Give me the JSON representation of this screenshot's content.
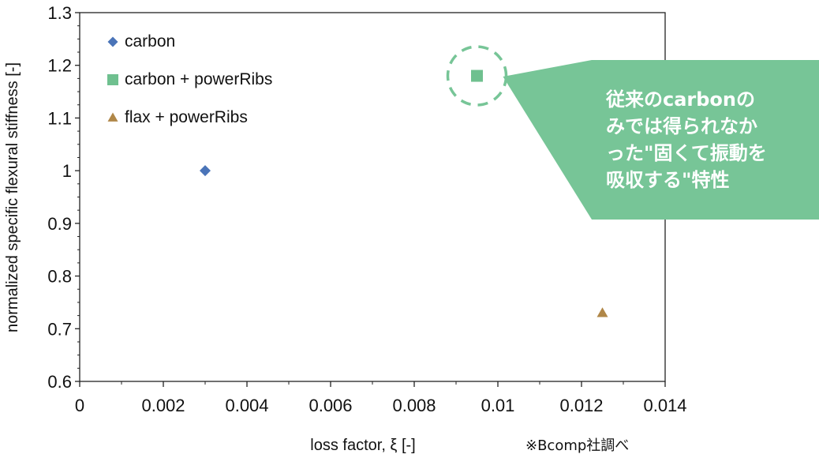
{
  "chart_data": {
    "type": "scatter",
    "xlabel": "loss factor, ξ [-]",
    "ylabel": "normalized specific flexural stiffness [-]",
    "xlim": [
      0,
      0.014
    ],
    "ylim": [
      0.6,
      1.3
    ],
    "x_ticks": [
      "0",
      "0.002",
      "0.004",
      "0.006",
      "0.008",
      "0.01",
      "0.012",
      "0.014"
    ],
    "y_ticks": [
      "0.6",
      "0.7",
      "0.8",
      "0.9",
      "1",
      "1.1",
      "1.2",
      "1.3"
    ],
    "grid": false,
    "legend_position": "top-left",
    "series": [
      {
        "name": "carbon",
        "marker": "diamond",
        "color": "#4a74b8",
        "points": [
          {
            "x": 0.003,
            "y": 1.0
          }
        ]
      },
      {
        "name": "carbon + powerRibs",
        "marker": "square",
        "color": "#6fc08f",
        "points": [
          {
            "x": 0.0095,
            "y": 1.18
          }
        ]
      },
      {
        "name": "flax + powerRibs",
        "marker": "triangle",
        "color": "#b08748",
        "points": [
          {
            "x": 0.0125,
            "y": 0.73
          }
        ]
      }
    ],
    "annotation": {
      "lines": [
        "従来のcarbonの",
        "みでは得られなか",
        "った\"固くて振動を",
        "吸収する\"特性"
      ],
      "color": "#77c597",
      "target_series": "carbon + powerRibs"
    },
    "note": "※Bcomp社調べ"
  }
}
